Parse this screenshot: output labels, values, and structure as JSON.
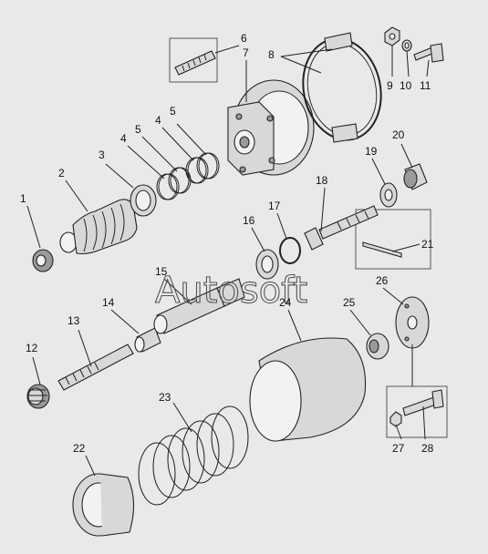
{
  "watermark": "Autosoft",
  "callouts": [
    {
      "id": "c1",
      "text": "1"
    },
    {
      "id": "c2",
      "text": "2"
    },
    {
      "id": "c3",
      "text": "3"
    },
    {
      "id": "c4a",
      "text": "4"
    },
    {
      "id": "c4b",
      "text": "4"
    },
    {
      "id": "c5a",
      "text": "5"
    },
    {
      "id": "c5b",
      "text": "5"
    },
    {
      "id": "c6",
      "text": "6"
    },
    {
      "id": "c7",
      "text": "7"
    },
    {
      "id": "c8",
      "text": "8"
    },
    {
      "id": "c9",
      "text": "9"
    },
    {
      "id": "c10",
      "text": "10"
    },
    {
      "id": "c11",
      "text": "11"
    },
    {
      "id": "c12",
      "text": "12"
    },
    {
      "id": "c13",
      "text": "13"
    },
    {
      "id": "c14",
      "text": "14"
    },
    {
      "id": "c15",
      "text": "15"
    },
    {
      "id": "c16",
      "text": "16"
    },
    {
      "id": "c17",
      "text": "17"
    },
    {
      "id": "c18",
      "text": "18"
    },
    {
      "id": "c19",
      "text": "19"
    },
    {
      "id": "c20",
      "text": "20"
    },
    {
      "id": "c21",
      "text": "21"
    },
    {
      "id": "c22",
      "text": "22"
    },
    {
      "id": "c23",
      "text": "23"
    },
    {
      "id": "c24",
      "text": "24"
    },
    {
      "id": "c25",
      "text": "25"
    },
    {
      "id": "c26",
      "text": "26"
    },
    {
      "id": "c27",
      "text": "27"
    },
    {
      "id": "c28",
      "text": "28"
    }
  ]
}
